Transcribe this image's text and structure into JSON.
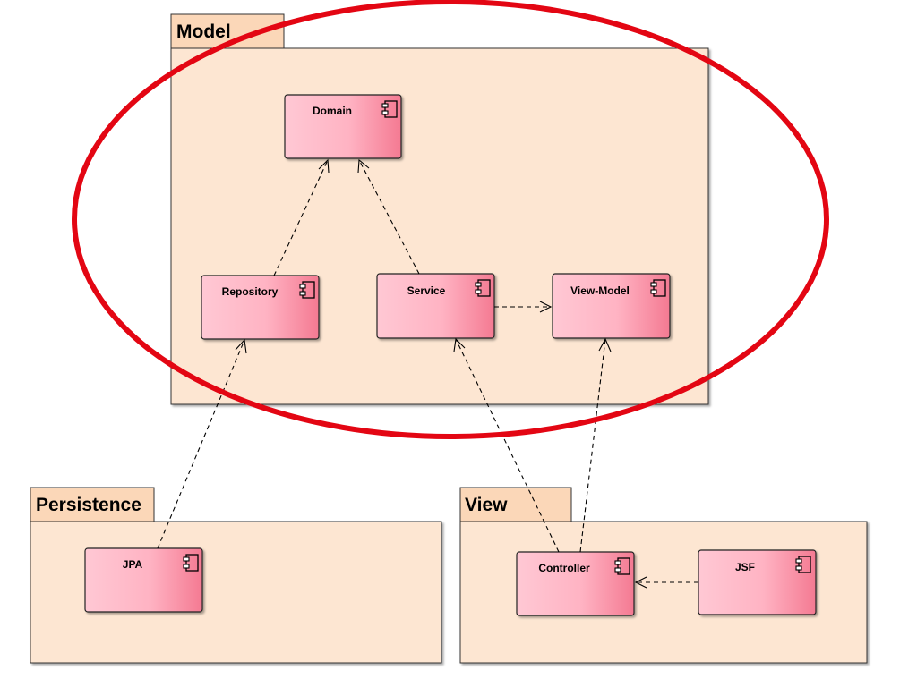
{
  "colors": {
    "package_fill": "#fde6d2",
    "package_tab_fill": "#fbd7b8",
    "component_fill_start": "#ffc8d4",
    "component_fill_end": "#f47a92",
    "highlight_ellipse": "#e30613"
  },
  "packages": {
    "model": {
      "title": "Model"
    },
    "persistence": {
      "title": "Persistence"
    },
    "view": {
      "title": "View"
    }
  },
  "components": {
    "domain": {
      "label": "Domain",
      "icon": "component-icon"
    },
    "repository": {
      "label": "Repository",
      "icon": "component-icon"
    },
    "service": {
      "label": "Service",
      "icon": "component-icon"
    },
    "view_model": {
      "label": "View-Model",
      "icon": "component-icon"
    },
    "jpa": {
      "label": "JPA",
      "icon": "component-icon"
    },
    "controller": {
      "label": "Controller",
      "icon": "component-icon"
    },
    "jsf": {
      "label": "JSF",
      "icon": "component-icon"
    }
  },
  "dependencies": [
    {
      "from": "Repository",
      "to": "Domain"
    },
    {
      "from": "Service",
      "to": "Domain"
    },
    {
      "from": "Service",
      "to": "View-Model"
    },
    {
      "from": "JPA",
      "to": "Repository"
    },
    {
      "from": "Controller",
      "to": "Service"
    },
    {
      "from": "Controller",
      "to": "View-Model"
    },
    {
      "from": "JSF",
      "to": "Controller"
    }
  ]
}
